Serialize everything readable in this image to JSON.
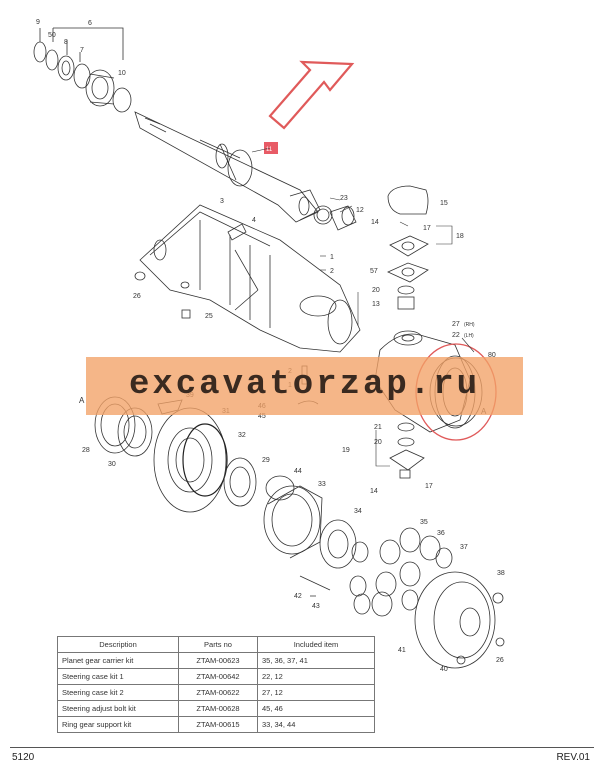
{
  "diagram": {
    "callouts": [
      {
        "id": "c9",
        "text": "9"
      },
      {
        "id": "c6",
        "text": "6"
      },
      {
        "id": "c50",
        "text": "50"
      },
      {
        "id": "c8",
        "text": "8"
      },
      {
        "id": "c7",
        "text": "7"
      },
      {
        "id": "c10",
        "text": "10"
      },
      {
        "id": "c11",
        "text": "11"
      },
      {
        "id": "c23",
        "text": "23"
      },
      {
        "id": "c12",
        "text": "12"
      },
      {
        "id": "c15",
        "text": "15"
      },
      {
        "id": "c14a",
        "text": "14"
      },
      {
        "id": "c17a",
        "text": "17"
      },
      {
        "id": "c18",
        "text": "18"
      },
      {
        "id": "c3",
        "text": "3"
      },
      {
        "id": "c4",
        "text": "4"
      },
      {
        "id": "c1a",
        "text": "1"
      },
      {
        "id": "c2a",
        "text": "2"
      },
      {
        "id": "c57",
        "text": "57"
      },
      {
        "id": "c20a",
        "text": "20"
      },
      {
        "id": "c13",
        "text": "13"
      },
      {
        "id": "c26a",
        "text": "26"
      },
      {
        "id": "c25",
        "text": "25"
      },
      {
        "id": "c27",
        "text": "27"
      },
      {
        "id": "c27s",
        "text": "(RH)"
      },
      {
        "id": "c22",
        "text": "22"
      },
      {
        "id": "c22s",
        "text": "(LH)"
      },
      {
        "id": "c80",
        "text": "80"
      },
      {
        "id": "cA1",
        "text": "A"
      },
      {
        "id": "cA2",
        "text": "A"
      },
      {
        "id": "c2b",
        "text": "2"
      },
      {
        "id": "c1b",
        "text": "1"
      },
      {
        "id": "c39",
        "text": "39"
      },
      {
        "id": "c46",
        "text": "46"
      },
      {
        "id": "c45",
        "text": "45"
      },
      {
        "id": "c31",
        "text": "31"
      },
      {
        "id": "c28",
        "text": "28"
      },
      {
        "id": "c30",
        "text": "30"
      },
      {
        "id": "c32",
        "text": "32"
      },
      {
        "id": "c29a",
        "text": "29"
      },
      {
        "id": "c29b",
        "text": "29"
      },
      {
        "id": "c21",
        "text": "21"
      },
      {
        "id": "c20b",
        "text": "20"
      },
      {
        "id": "c19",
        "text": "19"
      },
      {
        "id": "c14b",
        "text": "14"
      },
      {
        "id": "c17b",
        "text": "17"
      },
      {
        "id": "c44",
        "text": "44"
      },
      {
        "id": "c33",
        "text": "33"
      },
      {
        "id": "c34",
        "text": "34"
      },
      {
        "id": "c35",
        "text": "35"
      },
      {
        "id": "c36",
        "text": "36"
      },
      {
        "id": "c37",
        "text": "37"
      },
      {
        "id": "c38",
        "text": "38"
      },
      {
        "id": "c42",
        "text": "42"
      },
      {
        "id": "c43",
        "text": "43"
      },
      {
        "id": "c41",
        "text": "41"
      },
      {
        "id": "c26b",
        "text": "26"
      },
      {
        "id": "c40",
        "text": "40"
      }
    ]
  },
  "watermark": {
    "text": "excavatorzap.ru"
  },
  "kits_table": {
    "headers": [
      "Description",
      "Parts no",
      "Included item"
    ],
    "rows": [
      [
        "Planet gear carrier kit",
        "ZTAM-00623",
        "35, 36, 37, 41"
      ],
      [
        "Steering case kit 1",
        "ZTAM-00642",
        "22, 12"
      ],
      [
        "Steering case kit 2",
        "ZTAM-00622",
        "27, 12"
      ],
      [
        "Steering adjust bolt kit",
        "ZTAM-00628",
        "45, 46"
      ],
      [
        "Ring gear support kit",
        "ZTAM-00615",
        "33, 34, 44"
      ]
    ]
  },
  "footer": {
    "page": "5120",
    "revision": "REV.01"
  },
  "colors": {
    "arrow": "#e05a5a",
    "highlight": "#e85b66",
    "ink": "#333333",
    "watermark": "#f2a167"
  }
}
